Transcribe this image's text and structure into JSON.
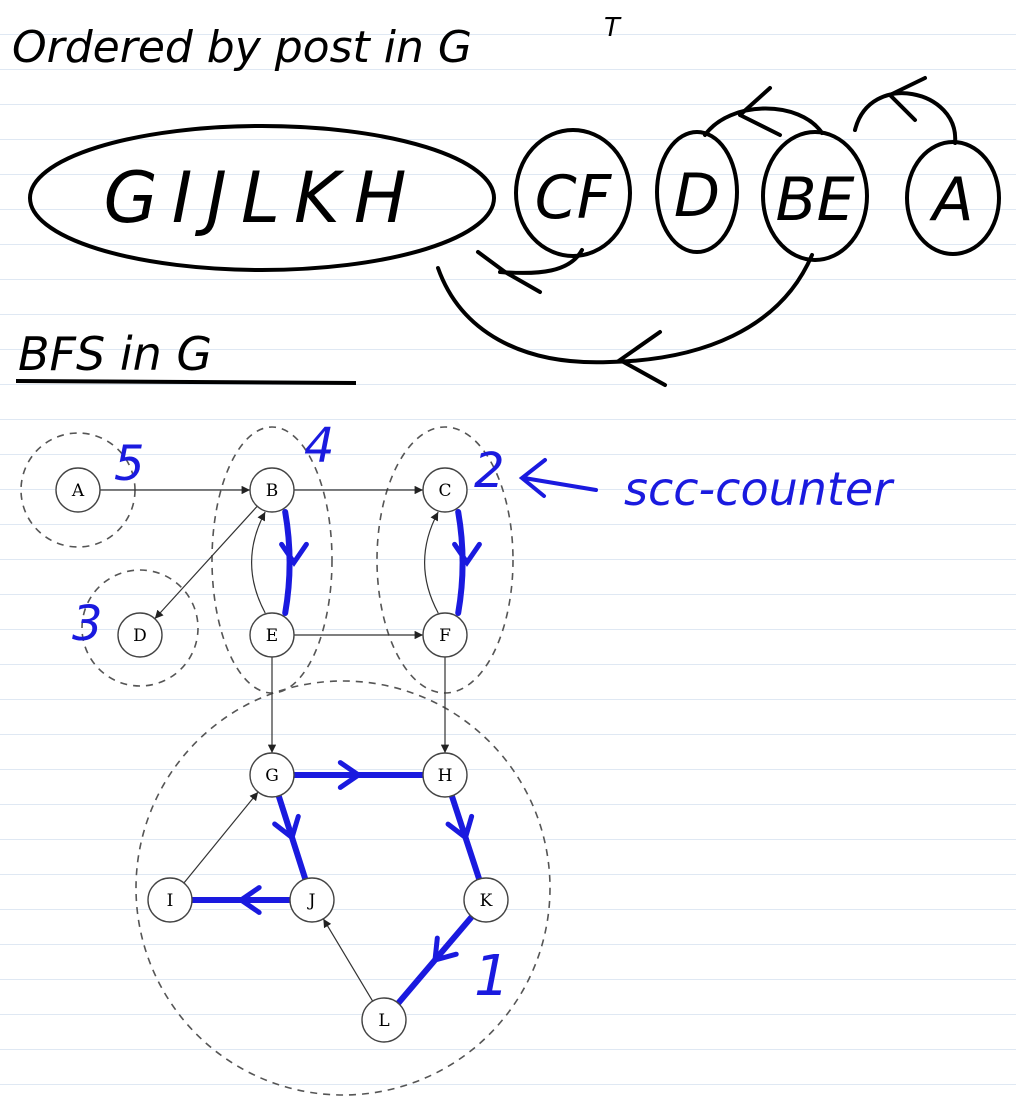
{
  "notes": {
    "title": "Ordered by post in G",
    "title_sup": "T",
    "order_groups": [
      "GIJLKH",
      "CF",
      "D",
      "BE",
      "A"
    ],
    "bfs_heading": "BFS in G",
    "scc_counter_label": "scc-counter",
    "component_numbers": {
      "A": "5",
      "BE": "4",
      "CF": "2",
      "D": "3",
      "GHIJKL": "1"
    }
  },
  "graph": {
    "nodes": [
      "A",
      "B",
      "C",
      "D",
      "E",
      "F",
      "G",
      "H",
      "I",
      "J",
      "K",
      "L"
    ],
    "edges": [
      [
        "A",
        "B"
      ],
      [
        "B",
        "C"
      ],
      [
        "B",
        "D"
      ],
      [
        "E",
        "B"
      ],
      [
        "E",
        "F"
      ],
      [
        "F",
        "C"
      ],
      [
        "E",
        "G"
      ],
      [
        "F",
        "H"
      ],
      [
        "I",
        "G"
      ],
      [
        "L",
        "J"
      ]
    ],
    "bfs_edges": [
      [
        "B",
        "E"
      ],
      [
        "C",
        "F"
      ],
      [
        "G",
        "H"
      ],
      [
        "G",
        "J"
      ],
      [
        "J",
        "I"
      ],
      [
        "H",
        "K"
      ],
      [
        "K",
        "L"
      ]
    ],
    "colors": {
      "ink": "#000000",
      "pen": "#1a1adf",
      "node_stroke": "#444444",
      "edge": "#333333"
    }
  }
}
